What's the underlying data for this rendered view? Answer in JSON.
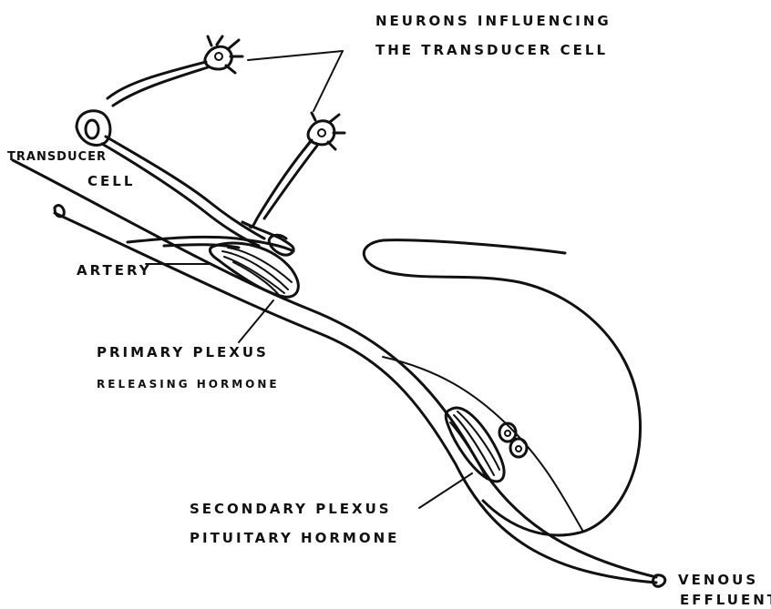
{
  "labels": {
    "neurons_line1": "NEURONS INFLUENCING",
    "neurons_line2": "THE TRANSDUCER CELL",
    "transducer_line1": "TRANSDUCER",
    "transducer_line2": "CELL",
    "artery": "ARTERY",
    "primary_line1": "PRIMARY PLEXUS",
    "primary_line2": "RELEASING HORMONE",
    "secondary_line1": "SECONDARY PLEXUS",
    "secondary_line2": "PITUITARY HORMONE",
    "venous_line1": "VENOUS",
    "venous_line2": "EFFLUENT"
  },
  "colors": {
    "ink": "#111111",
    "paper": "#ffffff"
  }
}
